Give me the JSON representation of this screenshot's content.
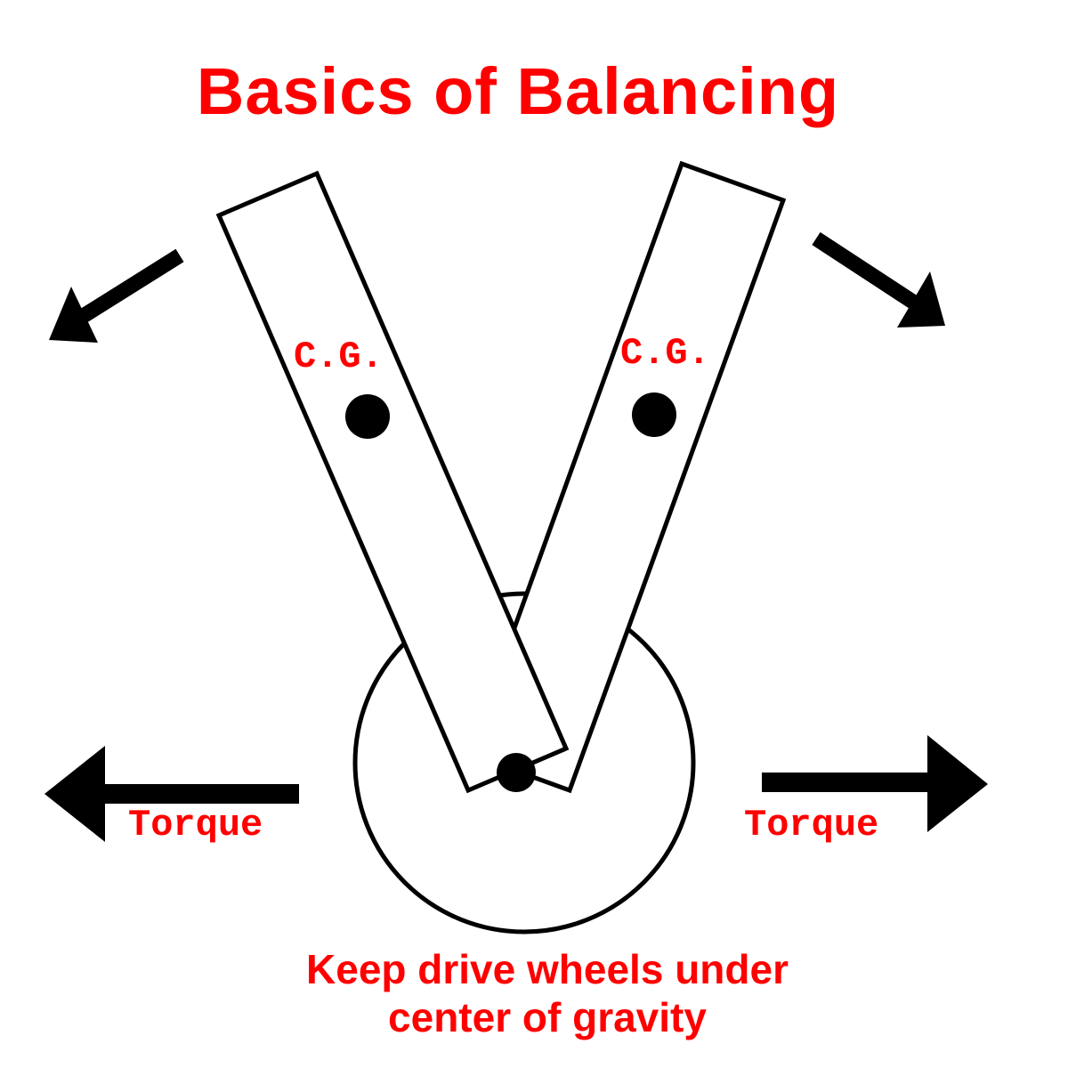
{
  "title": "Basics of Balancing",
  "labels": {
    "cg_left": "C.G.",
    "cg_right": "C.G.",
    "torque_left": "Torque",
    "torque_right": "Torque"
  },
  "caption": {
    "line1": "Keep drive wheels under",
    "line2": "center of gravity"
  },
  "colors": {
    "text_accent": "#ff0000",
    "ink": "#000000",
    "background": "#ffffff"
  }
}
